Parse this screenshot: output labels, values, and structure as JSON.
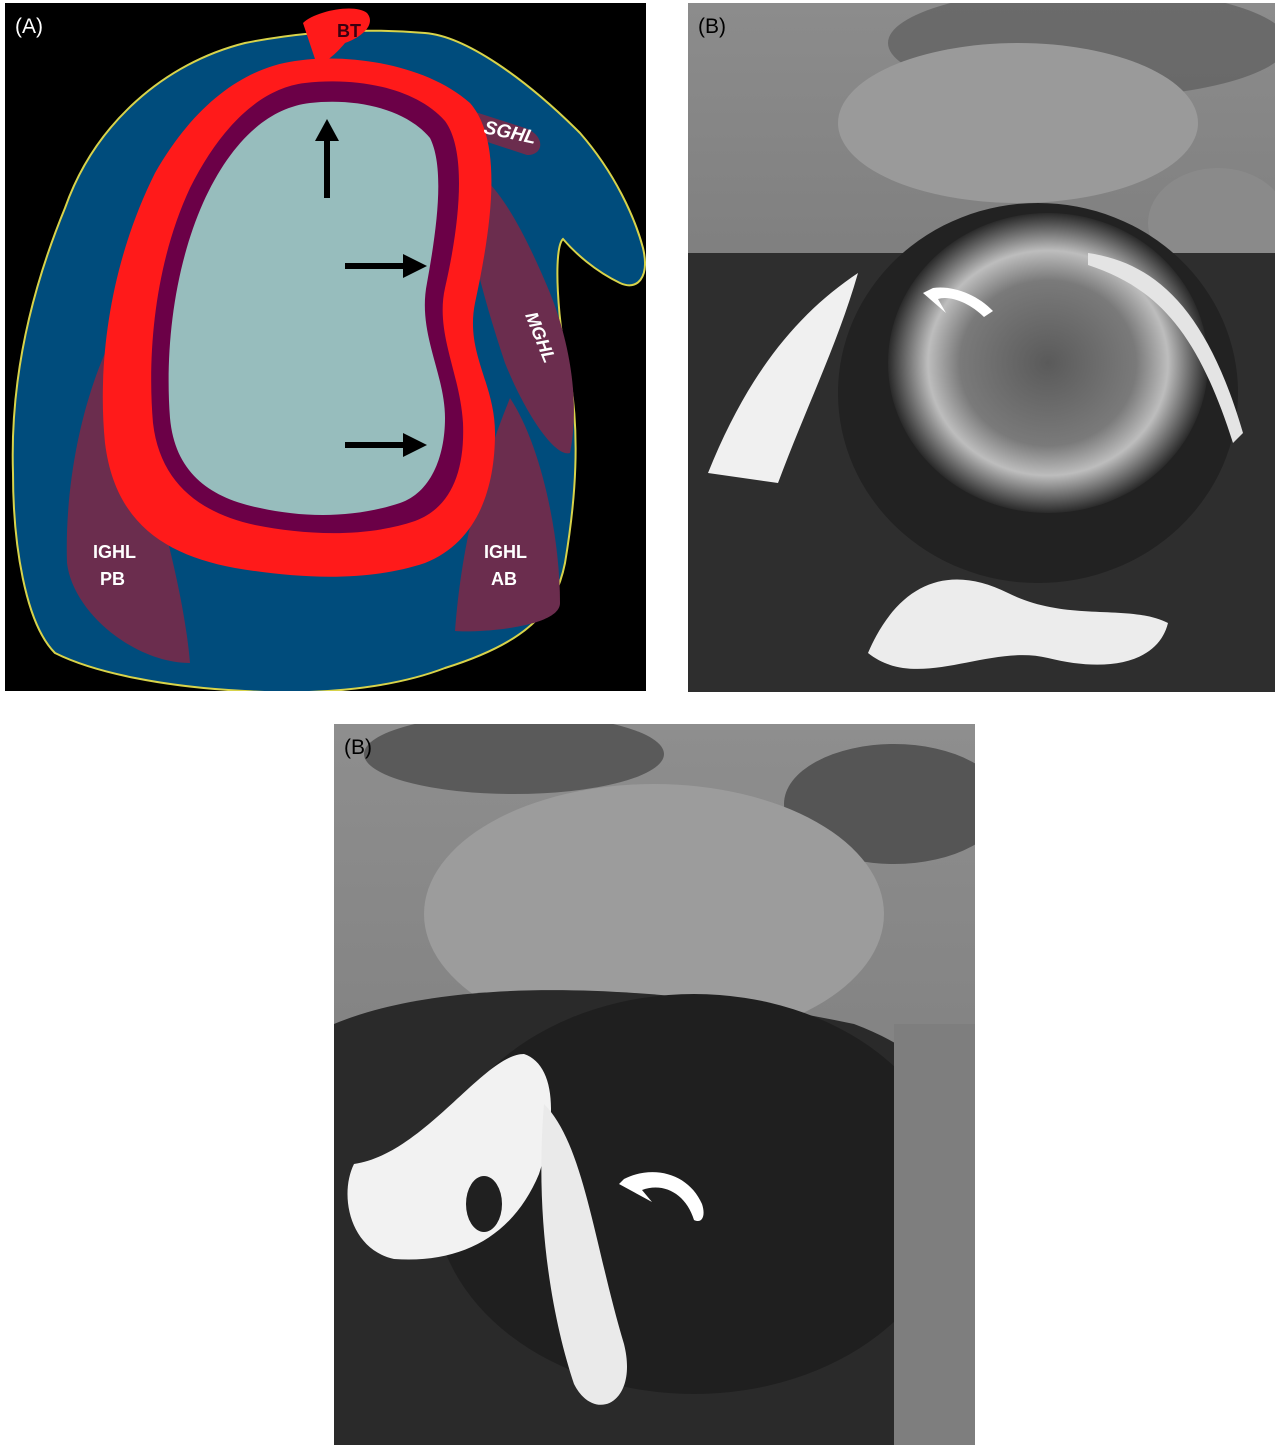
{
  "panels": {
    "a": {
      "label": "(A)",
      "annotations": {
        "bt": "BT",
        "sghl": "SGHL",
        "mghl": "MGHL",
        "ighl_pb_line1": "IGHL",
        "ighl_pb_line2": "PB",
        "ighl_ab_line1": "IGHL",
        "ighl_ab_line2": "AB"
      },
      "colors": {
        "background": "#000000",
        "capsule": "#004c7c",
        "outline": "#d8d34a",
        "labrum": "#ff1a1a",
        "ligament": "#6b2d4e",
        "glenoid": "#97bdbd",
        "arrow": "#000000"
      }
    },
    "b1": {
      "label": "(B)"
    },
    "b2": {
      "label": "(B)"
    }
  }
}
